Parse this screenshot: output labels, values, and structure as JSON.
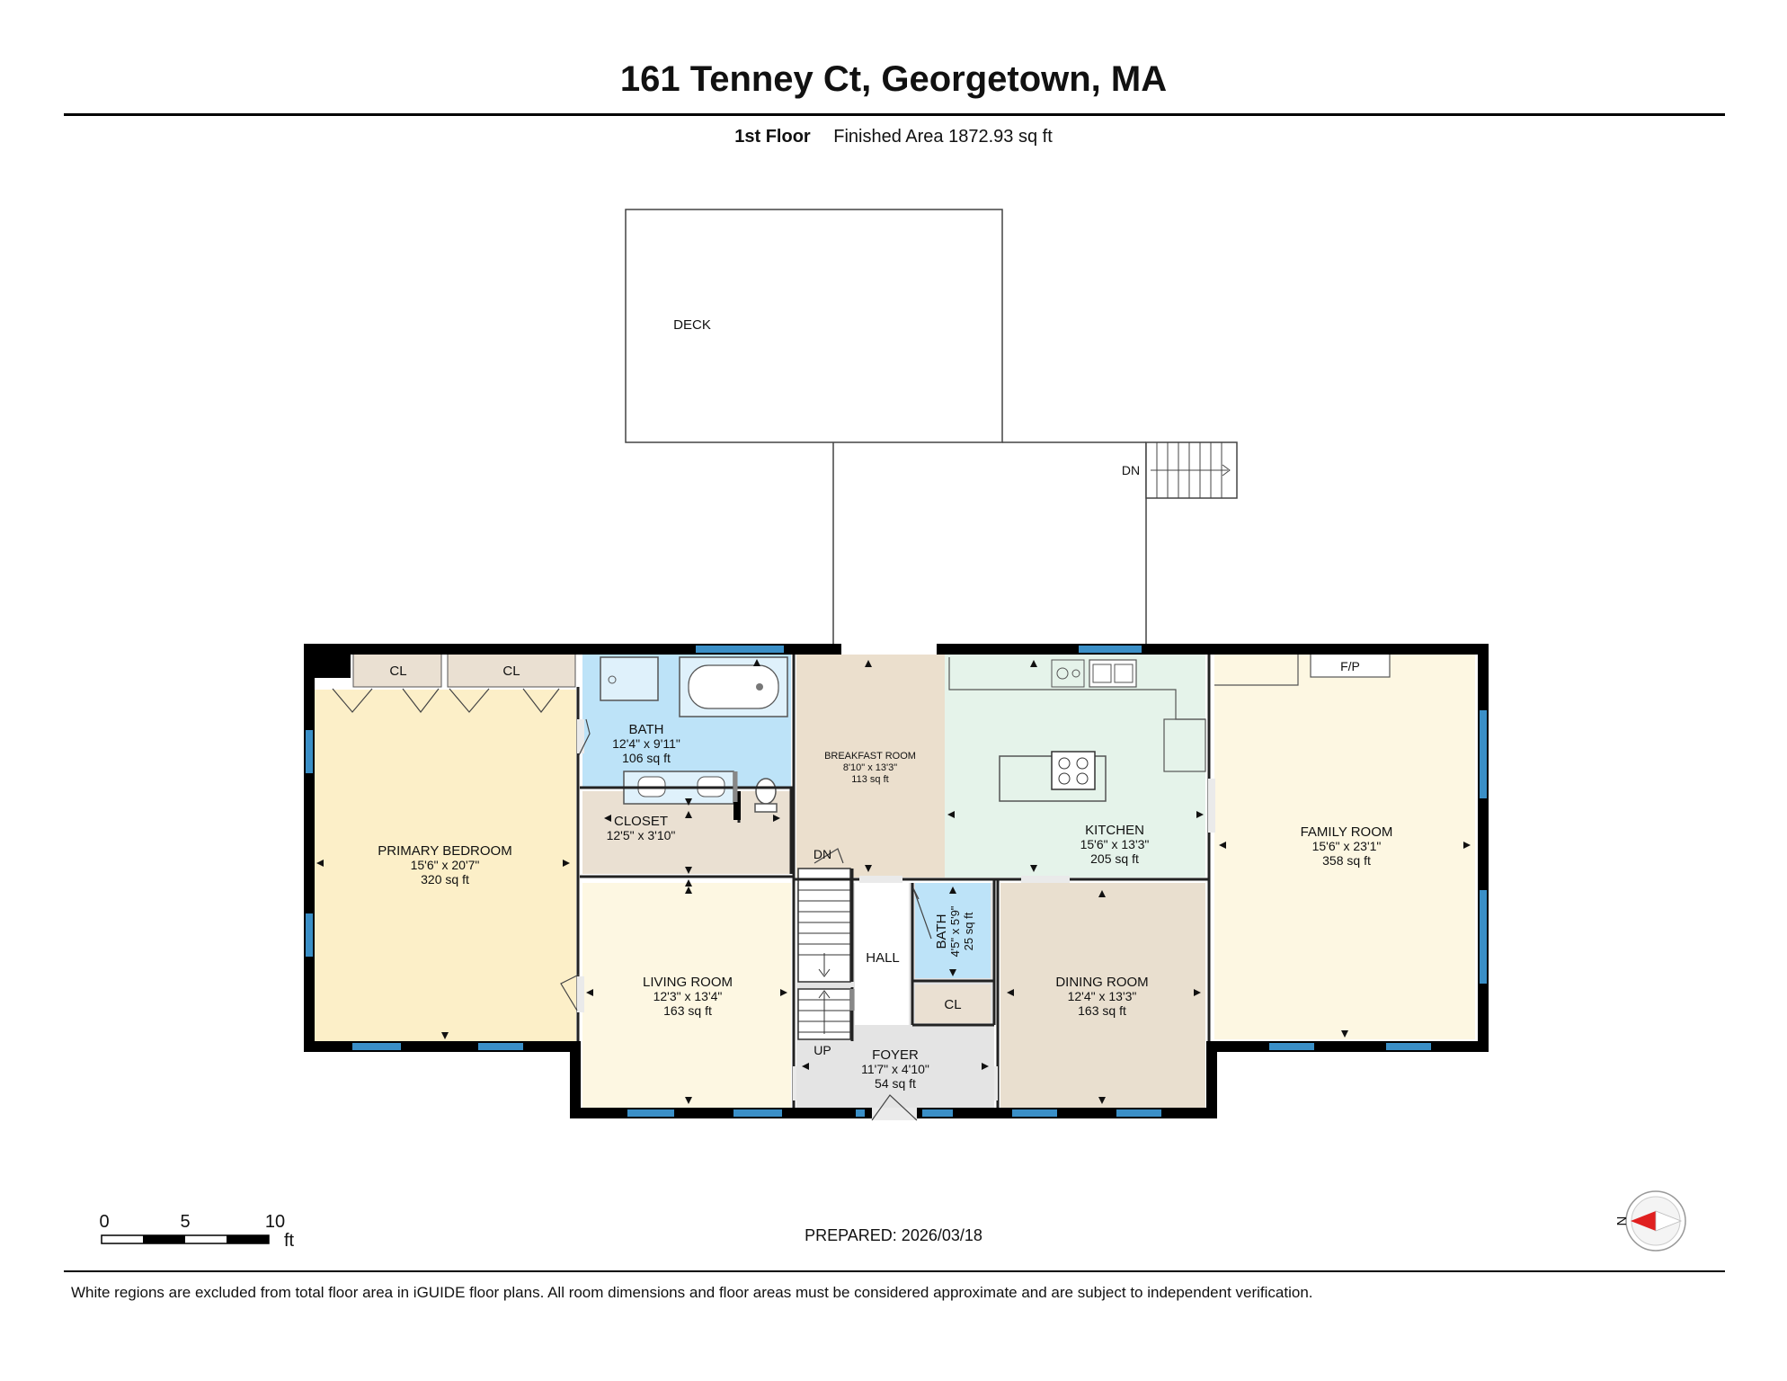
{
  "header": {
    "title": "161 Tenney Ct, Georgetown, MA",
    "floor": "1st Floor",
    "finished_area": "Finished Area 1872.93 sq ft"
  },
  "rooms": {
    "deck": {
      "name": "DECK"
    },
    "deck_stairs": {
      "label": "DN"
    },
    "closet_1": {
      "name": "CL"
    },
    "closet_2": {
      "name": "CL"
    },
    "primary_bedroom": {
      "name": "PRIMARY BEDROOM",
      "dims": "15'6\" x 20'7\"",
      "area": "320 sq ft"
    },
    "bath_main": {
      "name": "BATH",
      "dims": "12'4\" x 9'11\"",
      "area": "106 sq ft"
    },
    "closet_hall": {
      "name": "CLOSET",
      "dims": "12'5\" x 3'10\""
    },
    "breakfast_room": {
      "name": "BREAKFAST ROOM",
      "dims": "8'10\" x 13'3\"",
      "area": "113 sq ft"
    },
    "kitchen": {
      "name": "KITCHEN",
      "dims": "15'6\" x 13'3\"",
      "area": "205 sq ft"
    },
    "family_room": {
      "name": "FAMILY ROOM",
      "dims": "15'6\" x 23'1\"",
      "area": "358 sq ft"
    },
    "fireplace": {
      "label": "F/P"
    },
    "living_room": {
      "name": "LIVING ROOM",
      "dims": "12'3\" x 13'4\"",
      "area": "163 sq ft"
    },
    "stairs_down": {
      "label": "DN"
    },
    "stairs_up": {
      "label": "UP"
    },
    "hall": {
      "name": "HALL"
    },
    "bath_half": {
      "name": "BATH",
      "dims": "4'5\" x 5'9\"",
      "area": "25 sq ft"
    },
    "closet_3": {
      "name": "CL"
    },
    "dining_room": {
      "name": "DINING ROOM",
      "dims": "12'4\" x 13'3\"",
      "area": "163 sq ft"
    },
    "foyer": {
      "name": "FOYER",
      "dims": "11'7\" x 4'10\"",
      "area": "54 sq ft"
    }
  },
  "scale": {
    "ticks": [
      "0",
      "5",
      "10"
    ],
    "unit": "ft"
  },
  "compass": {
    "label": "N"
  },
  "footer": {
    "prepared": "PREPARED: 2026/03/18",
    "disclaimer": "White regions are excluded from total floor area in iGUIDE floor plans. All room dimensions and floor areas must be considered approximate and are subject to independent verification."
  },
  "colors": {
    "wall": "#000000",
    "window": "#3a8fc7",
    "primary_bedroom": "#fcefc8",
    "bath": "#bde3f8",
    "closet": "#eae0d2",
    "breakfast_room": "#ebdfcd",
    "kitchen": "#e5f3ea",
    "family_room": "#fdf7e2",
    "living_room": "#fdf7e2",
    "dining_room": "#e9dfcf",
    "foyer": "#e4e4e4",
    "compass_needle": "#e02020"
  }
}
